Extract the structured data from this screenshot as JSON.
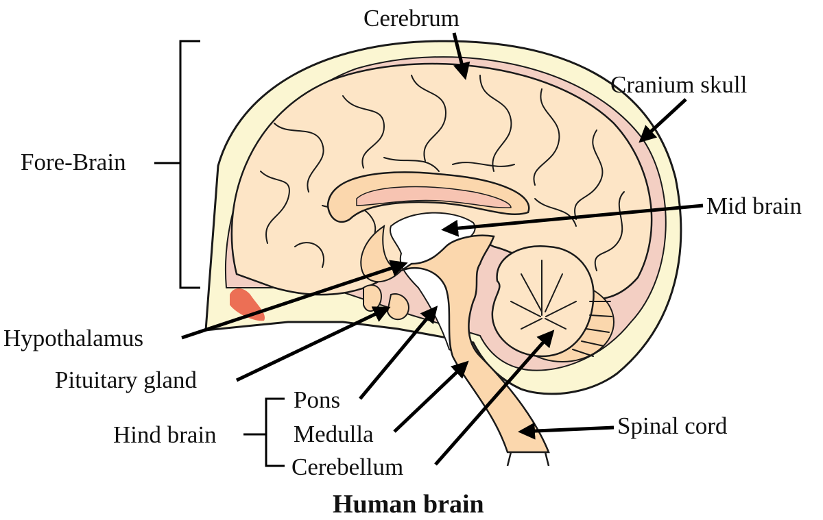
{
  "title": "Human brain",
  "labels": {
    "cerebrum": "Cerebrum",
    "cranium": "Cranium skull",
    "fore_brain": "Fore-Brain",
    "mid_brain": "Mid brain",
    "hypothalamus": "Hypothalamus",
    "pituitary": "Pituitary gland",
    "pons": "Pons",
    "medulla": "Medulla",
    "cerebellum": "Cerebellum",
    "hind_brain": "Hind brain",
    "spinal_cord": "Spinal cord"
  },
  "colors": {
    "skull": "#fbf6d2",
    "meninges": "#f3cfc3",
    "cerebrum": "#fde5c6",
    "stem": "#fbd7ad",
    "ventricle": "#ffffff",
    "corpus_callosum_inner": "#f7c4b2",
    "pituitary_accent": "#ec6f55",
    "outline": "#1a1a1a"
  }
}
